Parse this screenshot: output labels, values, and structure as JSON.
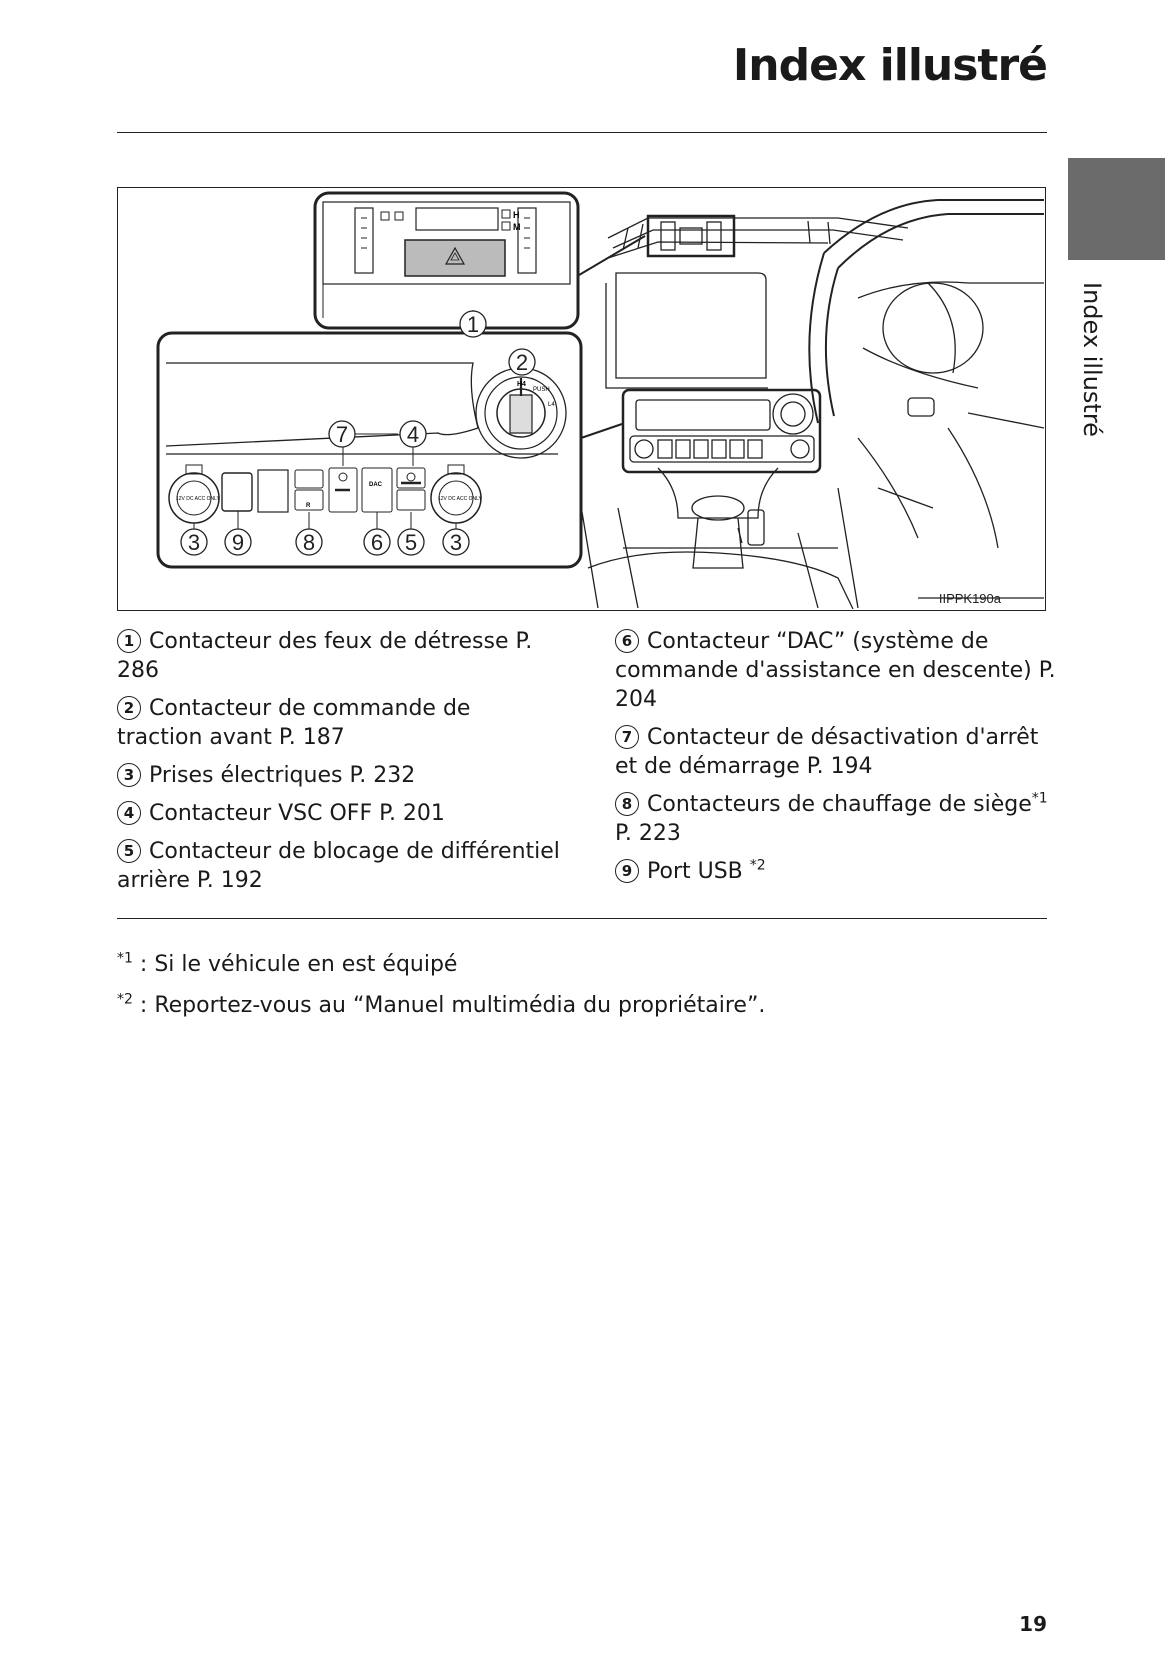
{
  "header": {
    "title": "Index illustré"
  },
  "side_tab": {
    "label": "Index illustré",
    "color": "#6b6b6b"
  },
  "figure": {
    "code": "IIPPK190a",
    "callouts": [
      "1",
      "2",
      "7",
      "4",
      "3",
      "9",
      "8",
      "6",
      "5",
      "3"
    ],
    "tiny_labels": {
      "h": "H",
      "m": "M",
      "dac": "DAC",
      "r": "R",
      "h4": "H4",
      "push": "PUSH",
      "l4": "L4"
    },
    "socket_text": "12V DC ACC ONLY"
  },
  "legend": {
    "left": [
      {
        "num": "1",
        "text": "Contacteur des feux de détresse P. 286"
      },
      {
        "num": "2",
        "text": "Contacteur de commande de traction avant P. 187"
      },
      {
        "num": "3",
        "text": "Prises électriques P. 232"
      },
      {
        "num": "4",
        "text": "Contacteur VSC OFF P. 201"
      },
      {
        "num": "5",
        "text": "Contacteur de blocage de différentiel arrière P. 192"
      }
    ],
    "right": [
      {
        "num": "6",
        "text": "Contacteur “DAC” (système de commande d'assistance en descente) P. 204"
      },
      {
        "num": "7",
        "text": "Contacteur de désactivation d'arrêt et de démarrage P. 194"
      },
      {
        "num": "8",
        "text": "Contacteurs de chauffage de siège",
        "sup": "*1",
        "after": "P. 223"
      },
      {
        "num": "9",
        "text": "Port USB",
        "sup": "*2"
      }
    ]
  },
  "footnotes": [
    {
      "mark": "*1",
      "text": " : Si le véhicule en est équipé"
    },
    {
      "mark": "*2",
      "text": " : Reportez-vous au “Manuel multimédia du propriétaire”."
    }
  ],
  "page_number": "19"
}
